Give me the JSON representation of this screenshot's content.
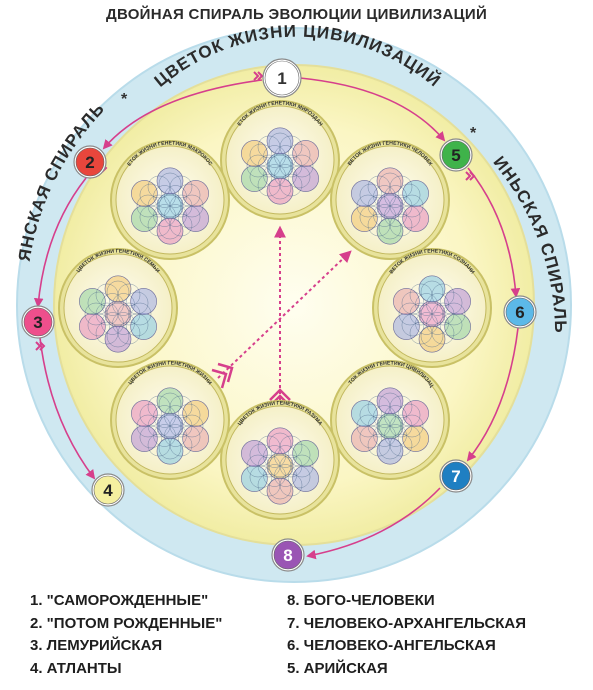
{
  "title": "ДВОЙНАЯ СПИРАЛЬ ЭВОЛЮЦИИ ЦИВИЛИЗАЦИЙ",
  "arc_top": "ЦВЕТОК ЖИЗНИ ЦИВИЛИЗАЦИЙ",
  "arc_left": "ЯНСКАЯ СПИРАЛЬ",
  "arc_right": "ИНЬСКАЯ СПИРАЛЬ",
  "star_mark": "*",
  "nodes": [
    {
      "label": "1",
      "color": "#ffffff",
      "text_color": "#333333"
    },
    {
      "label": "2",
      "color": "#e8463c",
      "text_color": "#222222"
    },
    {
      "label": "3",
      "color": "#ee4f8c",
      "text_color": "#222222"
    },
    {
      "label": "4",
      "color": "#f5f0a0",
      "text_color": "#222222"
    },
    {
      "label": "5",
      "color": "#3fb34a",
      "text_color": "#222222"
    },
    {
      "label": "6",
      "color": "#5cb9e8",
      "text_color": "#222222"
    },
    {
      "label": "7",
      "color": "#1f7fc2",
      "text_color": "#ffffff"
    },
    {
      "label": "8",
      "color": "#9a55b4",
      "text_color": "#ffffff"
    }
  ],
  "flower_labels": [
    "ЦВЕТОК ЖИЗНИ ГЕНЕТИКИ МИРОЗДАНИЯ",
    "ЦВЕТОК ЖИЗНИ ГЕНЕТИКИ ЧЕЛОВЕКА",
    "ЦВЕТОК ЖИЗНИ ГЕНЕТИКИ СОЗНАНИЯ",
    "ЦВЕТОК ЖИЗНИ ГЕНЕТИКИ ЦИВИЛИЗАЦИИ",
    "ЦВЕТОК ЖИЗНИ ГЕНЕТИКИ РАЗУМА",
    "ЦВЕТОК ЖИЗНИ ГЕНЕТИКИ ЖИЗНИ",
    "ЦВЕТОК ЖИЗНИ ГЕНЕТИКИ СЕМЬИ",
    "ЦВЕТОК ЖИЗНИ ГЕНЕТИКИ МАКРОКОСМА"
  ],
  "legend_left": [
    "1. \"САМОРОЖДЕННЫЕ\"",
    "2. \"ПОТОМ РОЖДЕННЫЕ\"",
    "3. ЛЕМУРИЙСКАЯ",
    "4. АТЛАНТЫ"
  ],
  "legend_right": [
    "8. БОГО-ЧЕЛОВЕКИ",
    "7. ЧЕЛОВЕКО-АРХАНГЕЛЬСКАЯ",
    "6. ЧЕЛОВЕКО-АНГЕЛЬСКАЯ",
    "5. АРИЙСКАЯ"
  ],
  "colors": {
    "outer_ring": "#cfe8f1",
    "inner_disc": "#fbf7c9",
    "arrow": "#d63f8c",
    "flower_rim": "#c9c166"
  }
}
